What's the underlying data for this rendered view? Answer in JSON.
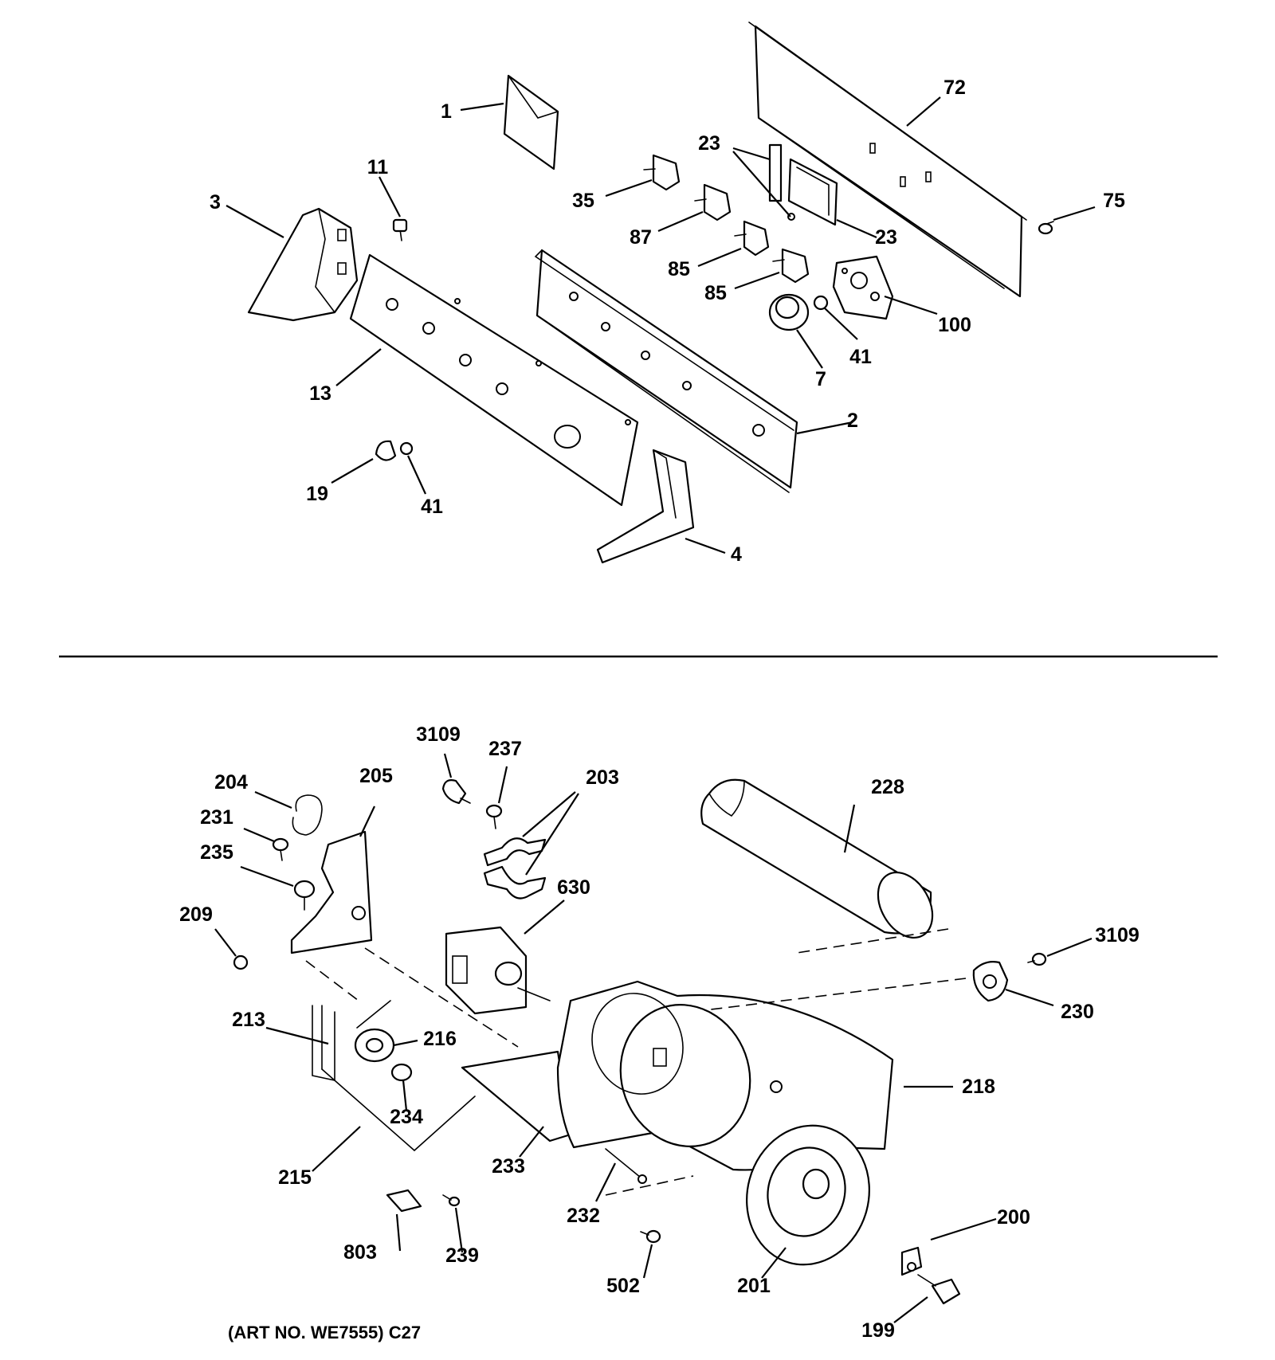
{
  "callouts": {
    "c1": "1",
    "c72": "72",
    "c23a": "23",
    "c23b": "23",
    "c35": "35",
    "c11": "11",
    "c3": "3",
    "c75": "75",
    "c87": "87",
    "c85a": "85",
    "c85b": "85",
    "c100": "100",
    "c41a": "41",
    "c7": "7",
    "c13": "13",
    "c2": "2",
    "c19": "19",
    "c41b": "41",
    "c4": "4",
    "c3109a": "3109",
    "c237": "237",
    "c203": "203",
    "c204": "204",
    "c205": "205",
    "c228": "228",
    "c231": "231",
    "c235": "235",
    "c630": "630",
    "c209": "209",
    "c3109b": "3109",
    "c230": "230",
    "c213": "213",
    "c216": "216",
    "c218": "218",
    "c234": "234",
    "c215": "215",
    "c233": "233",
    "c232": "232",
    "c200": "200",
    "c803": "803",
    "c239": "239",
    "c502": "502",
    "c201": "201",
    "c199": "199"
  },
  "caption": "(ART NO. WE7555) C27"
}
